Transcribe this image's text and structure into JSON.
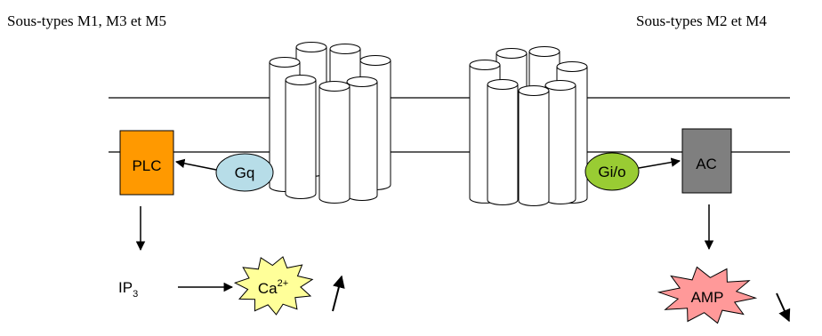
{
  "titles": {
    "left": "Sous-types M1, M3 et M5",
    "right": "Sous-types M2 et M4"
  },
  "nodes": {
    "plc": "PLC",
    "gq": "Gq",
    "gio": "Gi/o",
    "ac": "AC",
    "ip3_base": "IP",
    "ip3_sub": "3",
    "ca_base": "Ca",
    "ca_sup": "2+",
    "amp": "AMP"
  },
  "colors": {
    "plc": "#ff9900",
    "gq": "#b7dde8",
    "gio": "#99cc33",
    "ac": "#7f7f7f",
    "ca_star": "#ffff99",
    "amp_star": "#ff9999",
    "lines": "#000000"
  },
  "trend": {
    "ca": "up",
    "amp": "down"
  }
}
